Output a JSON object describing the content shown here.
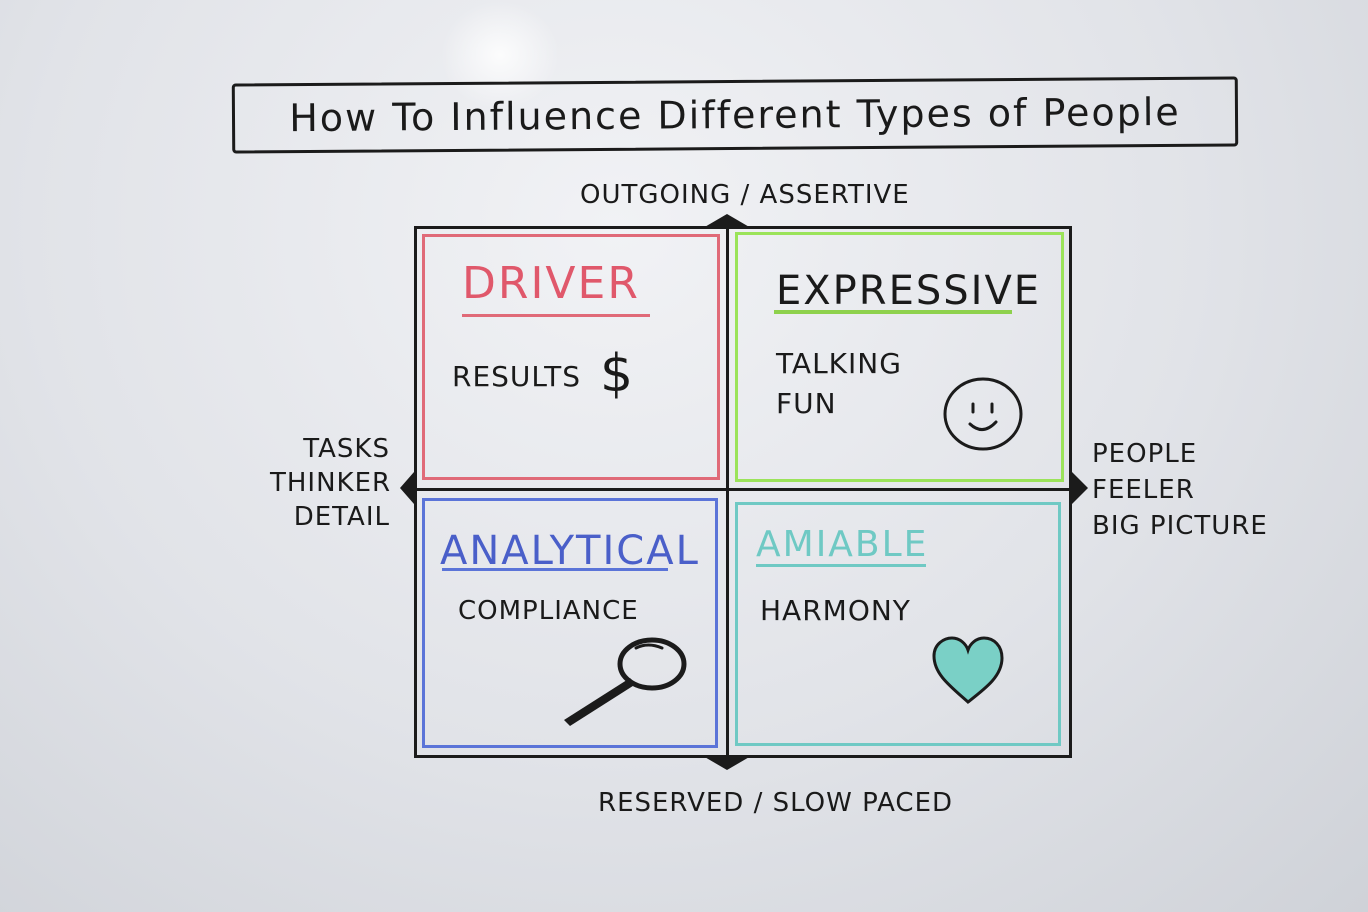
{
  "title": "How To Influence Different Types of People",
  "axes": {
    "top": "OUTGOING / ASSERTIVE",
    "bottom": "RESERVED / SLOW PACED",
    "left": [
      "TASKS",
      "THINKER",
      "DETAIL"
    ],
    "right": [
      "PEOPLE",
      "FEELER",
      "BIG PICTURE"
    ]
  },
  "quadrants": {
    "driver": {
      "title": "DRIVER",
      "text": "RESULTS",
      "icon": "dollar-icon",
      "symbol": "$",
      "color": "#e06a78"
    },
    "expressive": {
      "title": "EXPRESSIVE",
      "lines": [
        "TALKING",
        "FUN"
      ],
      "icon": "smiley-icon",
      "color": "#9be35a"
    },
    "analytical": {
      "title": "ANALYTICAL",
      "text": "COMPLIANCE",
      "icon": "magnifier-icon",
      "color": "#5b74d8"
    },
    "amiable": {
      "title": "AMIABLE",
      "text": "HARMONY",
      "icon": "heart-icon",
      "color": "#6fc9c4"
    }
  }
}
